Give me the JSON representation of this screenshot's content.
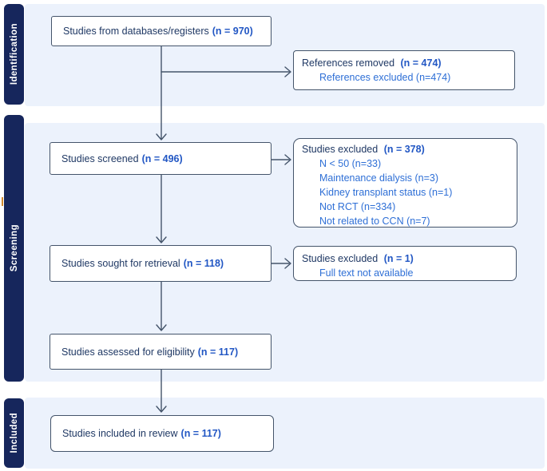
{
  "colors": {
    "sidebar_navy": "#16265C",
    "panel_light_blue": "#ECF2FC",
    "box_border": "#44546A",
    "connector": "#44546A",
    "text_navy": "#1F3864",
    "count_blue_bold": "#2257C4",
    "detail_blue": "#2E6FD6",
    "stray_mark_amber": "#D08A2E"
  },
  "sections": [
    {
      "label": "Identification"
    },
    {
      "label": "Screening"
    },
    {
      "label": "Included"
    }
  ],
  "main_boxes": [
    {
      "label": "Studies from databases/registers",
      "count": "(n = 970)"
    },
    {
      "label": "Studies screened",
      "count": "(n = 496)"
    },
    {
      "label": "Studies sought for retrieval",
      "count": "(n = 118)"
    },
    {
      "label": "Studies assessed for eligibility",
      "count": "(n = 117)"
    },
    {
      "label": "Studies included in review",
      "count": "(n = 117)"
    }
  ],
  "side_boxes": [
    {
      "label": "References removed",
      "count": "(n = 474)",
      "details": [
        "References excluded (n=474)"
      ]
    },
    {
      "label": "Studies excluded",
      "count": "(n = 378)",
      "details": [
        "N < 50 (n=33)",
        "Maintenance dialysis (n=3)",
        "Kidney transplant status (n=1)",
        "Not RCT (n=334)",
        "Not related to CCN (n=7)"
      ]
    },
    {
      "label": "Studies excluded",
      "count": "(n = 1)",
      "details": [
        "Full text not available"
      ]
    }
  ]
}
